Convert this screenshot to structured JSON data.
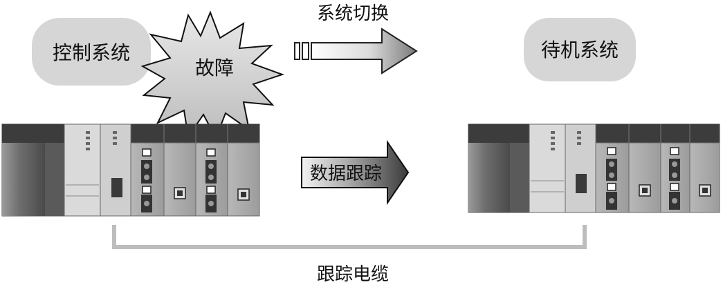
{
  "labels": {
    "control_system": "控制系统",
    "fault": "故障",
    "system_switch": "系统切换",
    "standby_system": "待机系统",
    "data_tracking": "数据跟踪",
    "tracking_cable": "跟踪电缆"
  }
}
